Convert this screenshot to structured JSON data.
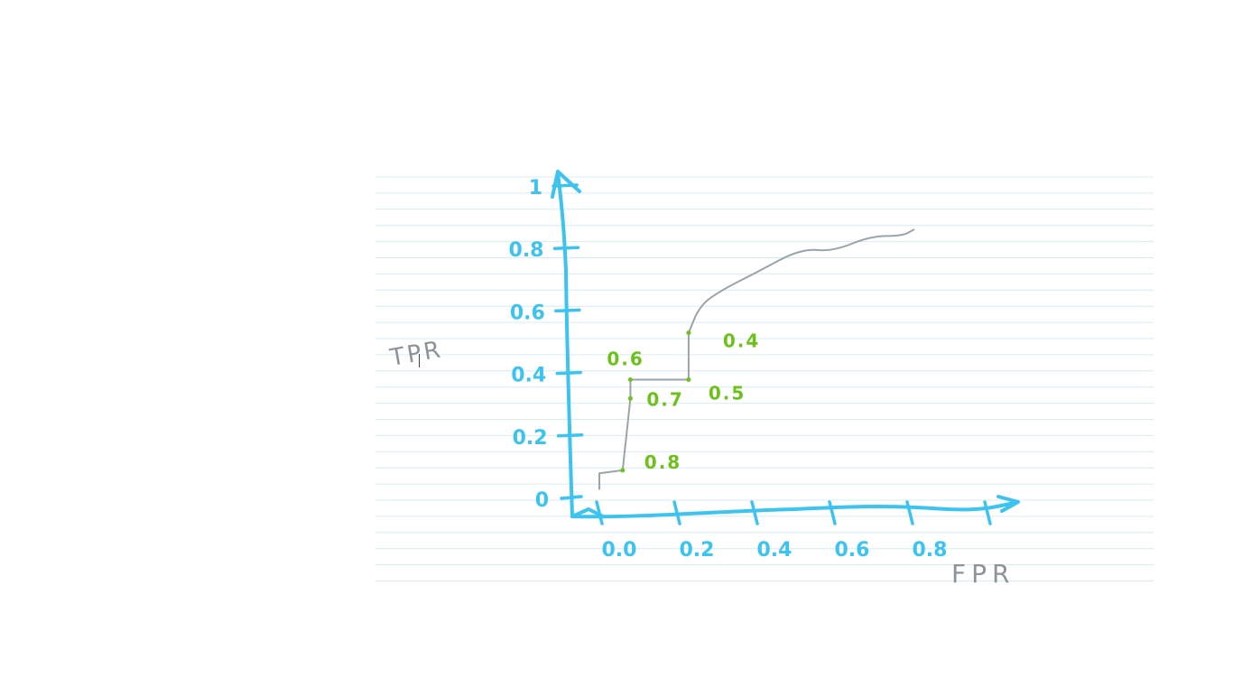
{
  "chart_data": {
    "type": "line",
    "title": "",
    "xlabel": "FPR",
    "ylabel": "TPR",
    "xlim": [
      0,
      1
    ],
    "ylim": [
      0,
      1
    ],
    "x_ticks": [
      "0.0",
      "0.2",
      "0.4",
      "0.6",
      "0.8"
    ],
    "y_ticks": [
      "0",
      "0.2",
      "0.4",
      "0.6",
      "0.8",
      "1"
    ],
    "series": [
      {
        "points": [
          {
            "x": 0.0,
            "y": 0.03
          },
          {
            "x": 0.0,
            "y": 0.08
          },
          {
            "x": 0.06,
            "y": 0.09
          },
          {
            "x": 0.08,
            "y": 0.32
          },
          {
            "x": 0.08,
            "y": 0.38
          },
          {
            "x": 0.23,
            "y": 0.38
          },
          {
            "x": 0.23,
            "y": 0.53
          },
          {
            "x": 0.26,
            "y": 0.62
          },
          {
            "x": 0.32,
            "y": 0.67
          },
          {
            "x": 0.4,
            "y": 0.72
          },
          {
            "x": 0.52,
            "y": 0.8
          },
          {
            "x": 0.6,
            "y": 0.79
          },
          {
            "x": 0.7,
            "y": 0.84
          },
          {
            "x": 0.78,
            "y": 0.84
          },
          {
            "x": 0.81,
            "y": 0.86
          }
        ]
      }
    ],
    "thresholds": [
      {
        "label": "0.8",
        "x": 0.06,
        "y": 0.09
      },
      {
        "label": "0.7",
        "x": 0.08,
        "y": 0.32
      },
      {
        "label": "0.6",
        "x": 0.08,
        "y": 0.38
      },
      {
        "label": "0.5",
        "x": 0.23,
        "y": 0.38
      },
      {
        "label": "0.4",
        "x": 0.23,
        "y": 0.53
      }
    ],
    "grid": false
  },
  "colors": {
    "axis": "#3cc3f0",
    "curve": "#9aa4ab",
    "threshold": "#6cc21a",
    "ruled_line": "#d6ecf3",
    "axis_title": "#8d9499"
  }
}
